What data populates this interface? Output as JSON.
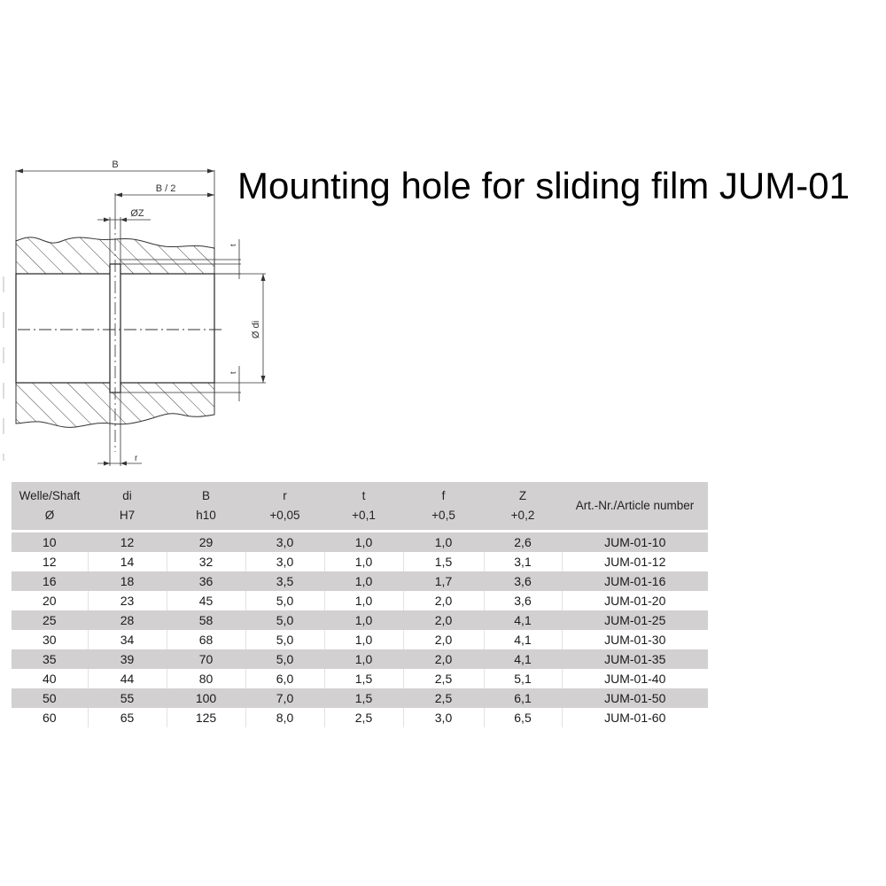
{
  "title": "Mounting hole for sliding film JUM-01",
  "drawing": {
    "labels": {
      "width": "B",
      "half_width": "B / 2",
      "groove_diameter": "ØZ",
      "depth_top": "t",
      "depth_bottom": "t",
      "inner_diameter": "Ø di",
      "radius": "r"
    }
  },
  "table": {
    "headers": [
      {
        "line1": "Welle/Shaft",
        "line2": "Ø"
      },
      {
        "line1": "di",
        "line2": "H7"
      },
      {
        "line1": "B",
        "line2": "h10"
      },
      {
        "line1": "r",
        "line2": "+0,05"
      },
      {
        "line1": "t",
        "line2": "+0,1"
      },
      {
        "line1": "f",
        "line2": "+0,5"
      },
      {
        "line1": "Z",
        "line2": "+0,2"
      },
      {
        "line1": "Art.-Nr./Article number",
        "line2": ""
      }
    ],
    "rows": [
      [
        "10",
        "12",
        "29",
        "3,0",
        "1,0",
        "1,0",
        "2,6",
        "JUM-01-10"
      ],
      [
        "12",
        "14",
        "32",
        "3,0",
        "1,0",
        "1,5",
        "3,1",
        "JUM-01-12"
      ],
      [
        "16",
        "18",
        "36",
        "3,5",
        "1,0",
        "1,7",
        "3,6",
        "JUM-01-16"
      ],
      [
        "20",
        "23",
        "45",
        "5,0",
        "1,0",
        "2,0",
        "3,6",
        "JUM-01-20"
      ],
      [
        "25",
        "28",
        "58",
        "5,0",
        "1,0",
        "2,0",
        "4,1",
        "JUM-01-25"
      ],
      [
        "30",
        "34",
        "68",
        "5,0",
        "1,0",
        "2,0",
        "4,1",
        "JUM-01-30"
      ],
      [
        "35",
        "39",
        "70",
        "5,0",
        "1,0",
        "2,0",
        "4,1",
        "JUM-01-35"
      ],
      [
        "40",
        "44",
        "80",
        "6,0",
        "1,5",
        "2,5",
        "5,1",
        "JUM-01-40"
      ],
      [
        "50",
        "55",
        "100",
        "7,0",
        "1,5",
        "2,5",
        "6,1",
        "JUM-01-50"
      ],
      [
        "60",
        "65",
        "125",
        "8,0",
        "2,5",
        "3,0",
        "6,5",
        "JUM-01-60"
      ]
    ]
  },
  "colors": {
    "header_bg": "#d2d0d0",
    "stripe_bg": "#d2d0d0",
    "line": "#222222"
  }
}
